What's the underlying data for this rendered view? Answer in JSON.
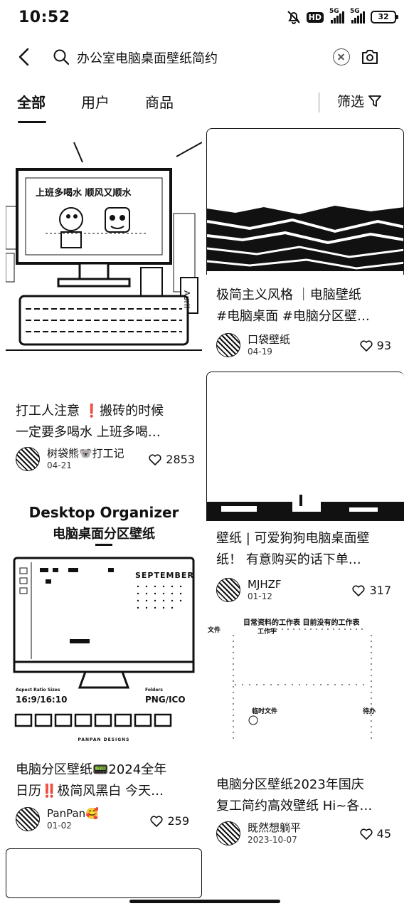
{
  "status": {
    "time": "10:52",
    "hd": "HD",
    "net1": "5G",
    "net2": "5G",
    "battery": "32"
  },
  "search": {
    "query": "办公室电脑桌面壁纸简约",
    "icons": [
      "back-arrow-icon",
      "search-icon",
      "clear-icon",
      "camera-icon"
    ]
  },
  "tabs": {
    "items": [
      "全部",
      "用户",
      "商品"
    ],
    "filter_label": "筛选"
  },
  "feed": {
    "left": [
      {
        "image": {
          "monitor_text": "上班多喝水 顺风又顺水",
          "side_text": "April"
        },
        "title_line1": "打工人注意 ❗搬砖的时候",
        "title_line2": "一定要多喝水 上班多喝…",
        "author": "树袋熊🐨打工记",
        "date": "04-21",
        "likes": "2853"
      },
      {
        "image": {
          "heading": "Desktop Organizer",
          "subheading": "电脑桌面分区壁纸",
          "month": "SEPTEMBER",
          "ratio_label": "Aspect Ratio Sizes",
          "ratio_value": "16:9/16:10",
          "format_label": "Folders",
          "format_value": "PNG/ICO",
          "brand": "PANPAN DESIGNS"
        },
        "title_line1": "电脑分区壁纸📟2024全年",
        "title_line2": "日历‼️极简风黑白 今天…",
        "author": "PanPan🥰",
        "date": "01-02",
        "likes": "259"
      }
    ],
    "right": [
      {
        "title_line1": "极简主义风格 ｜电脑壁纸",
        "title_line2": "#电脑桌面 #电脑分区壁…",
        "author": "口袋壁纸",
        "date": "04-19",
        "likes": "93"
      },
      {
        "title_line1": "壁纸 | 可爱狗狗电脑桌面壁",
        "title_line2": "纸！ 有意购买的话下单…",
        "author": "MJHZF",
        "date": "01-12",
        "likes": "317"
      },
      {
        "image": {
          "header_text": "目常资料的工作表   目前没有的工作表",
          "col_label": "工作手",
          "left_label": "文件",
          "bottom_label": "临时文件",
          "bottom_right": "待办"
        },
        "title_line1": "电脑分区壁纸2023年国庆",
        "title_line2": "复工简约高效壁纸 Hi~各…",
        "author": "既然想躺平",
        "date": "2023-10-07",
        "likes": "45"
      }
    ]
  },
  "colors": {
    "text": "#111111",
    "background": "#ffffff"
  }
}
